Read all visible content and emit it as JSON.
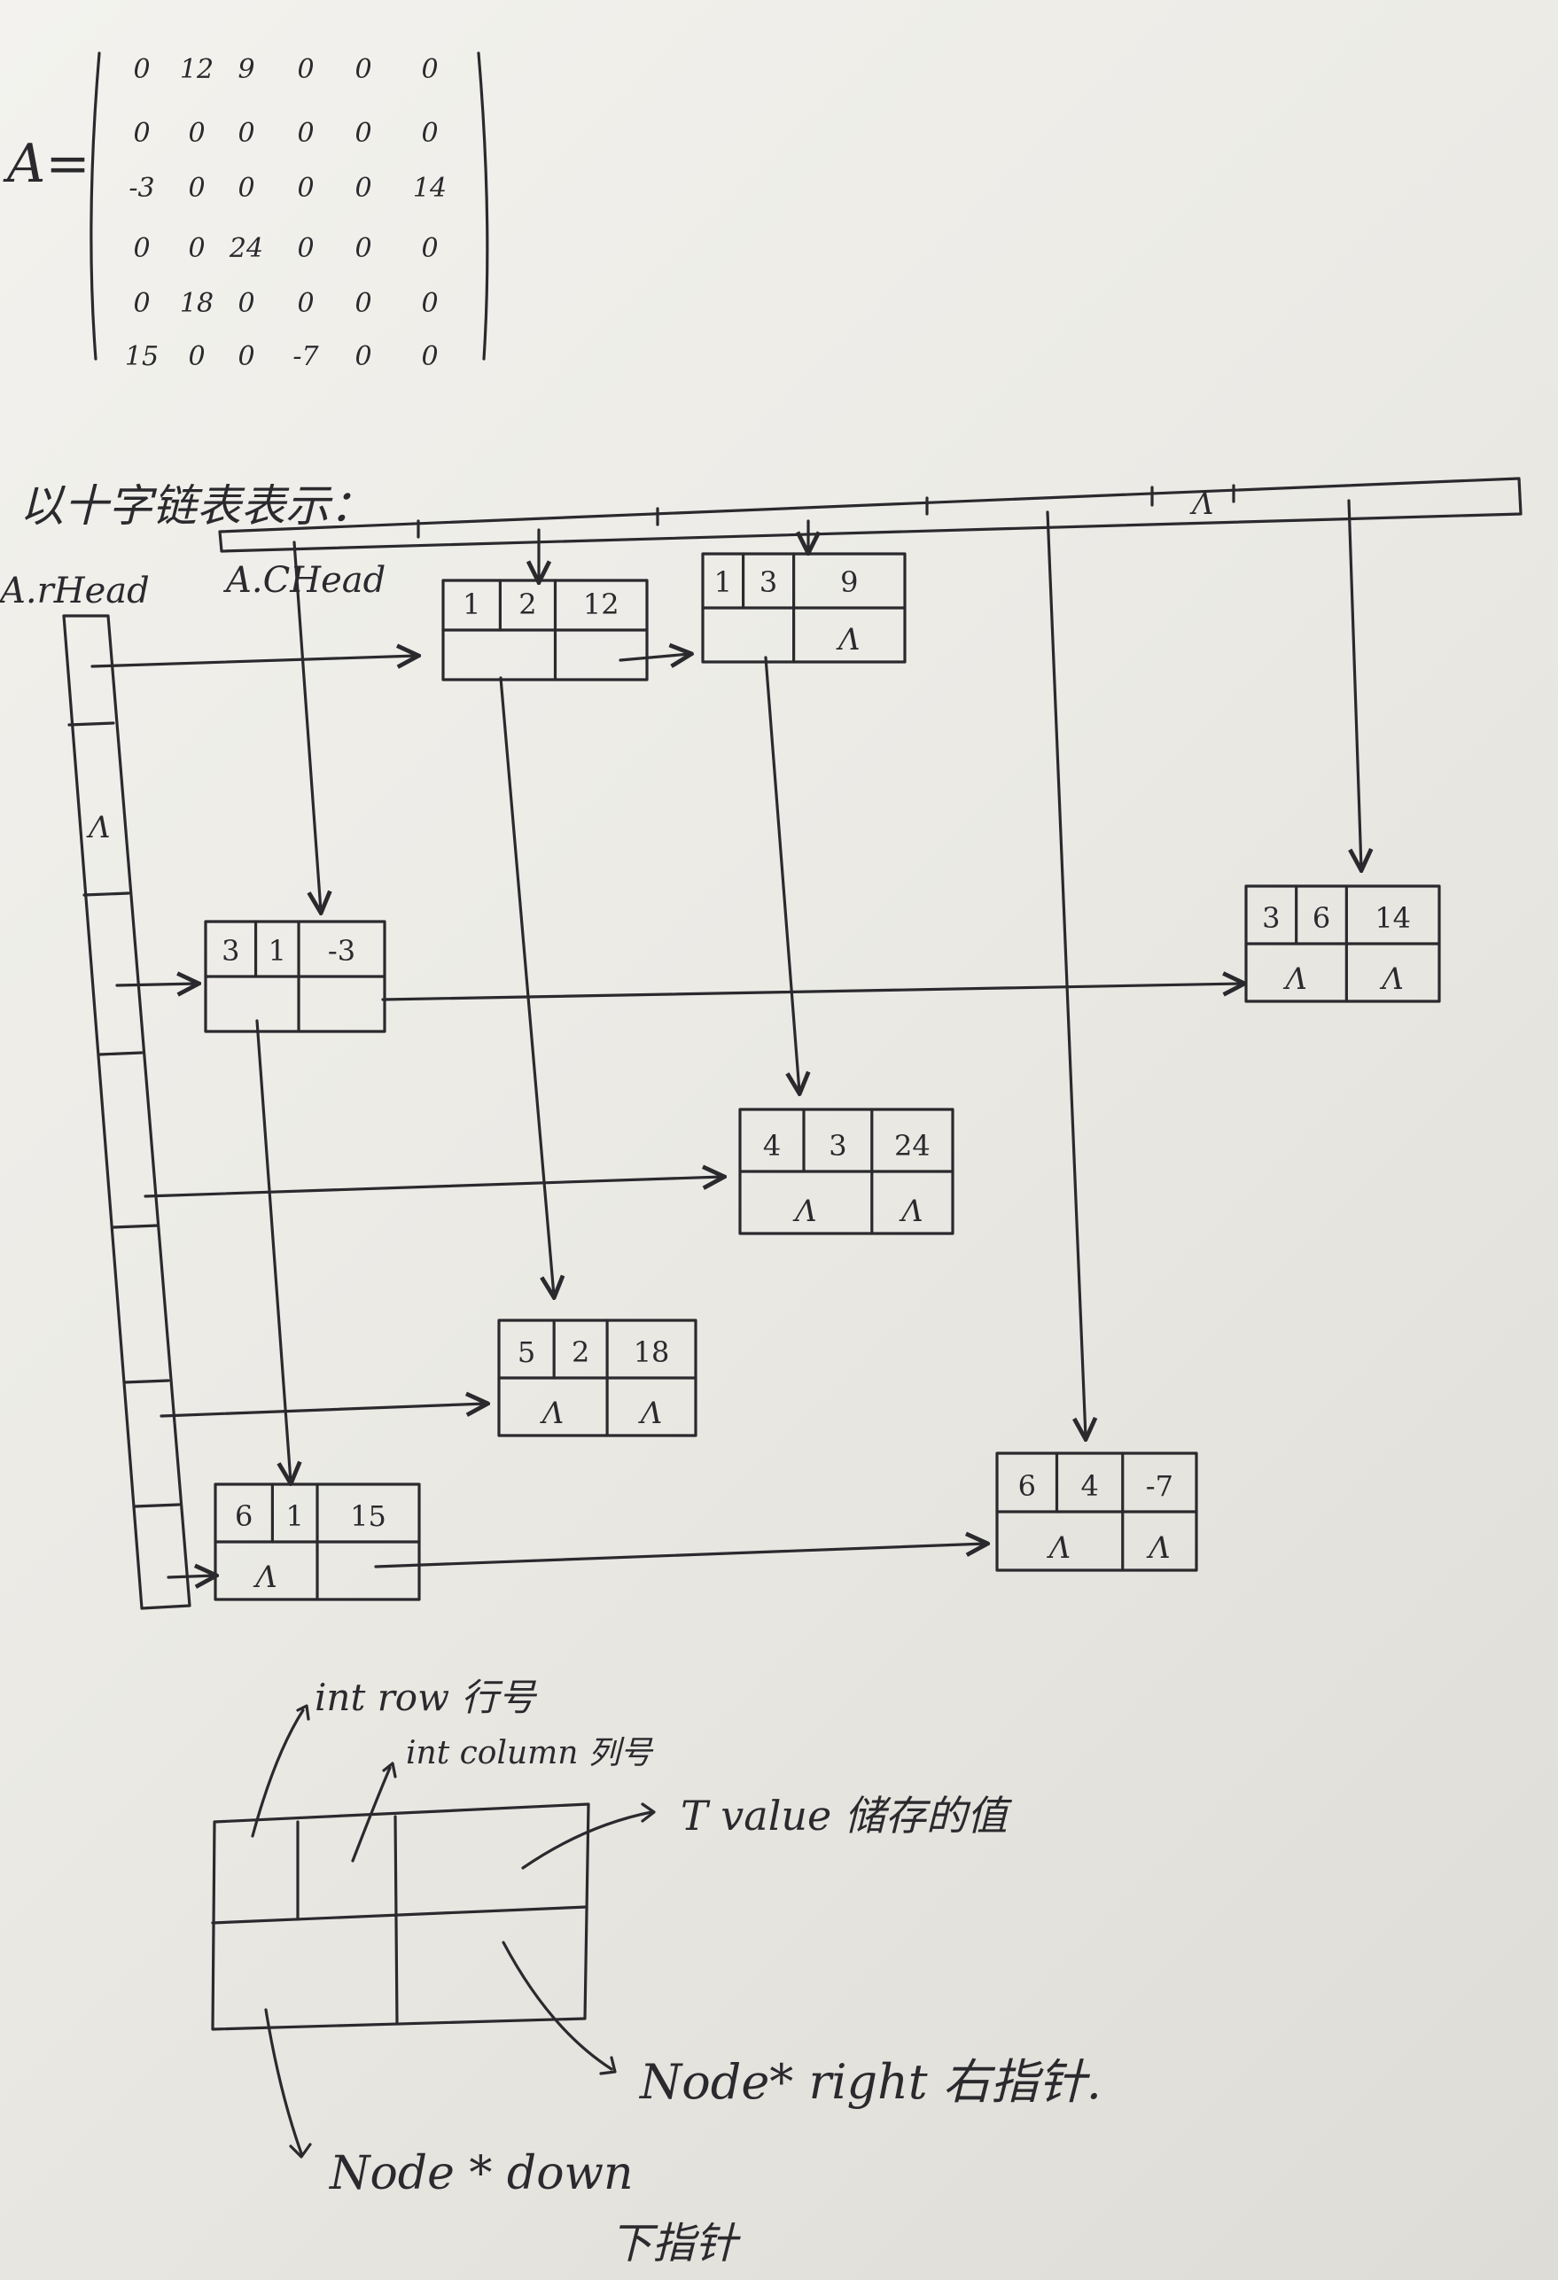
{
  "matrix": {
    "label": "A=",
    "rows": [
      [
        "0",
        "12",
        "9",
        "0",
        "0",
        "0"
      ],
      [
        "0",
        "0",
        "0",
        "0",
        "0",
        "0"
      ],
      [
        "-3",
        "0",
        "0",
        "0",
        "0",
        "14"
      ],
      [
        "0",
        "0",
        "24",
        "0",
        "0",
        "0"
      ],
      [
        "0",
        "18",
        "0",
        "0",
        "0",
        "0"
      ],
      [
        "15",
        "0",
        "0",
        "-7",
        "0",
        "0"
      ]
    ]
  },
  "section_title": "以十字链表表示：",
  "labels": {
    "rhead": "A.rHead",
    "chead": "A.CHead",
    "null_symbol": "Λ"
  },
  "nodes": [
    {
      "row": "1",
      "col": "2",
      "value": "12"
    },
    {
      "row": "1",
      "col": "3",
      "value": "9"
    },
    {
      "row": "3",
      "col": "1",
      "value": "-3"
    },
    {
      "row": "3",
      "col": "6",
      "value": "14"
    },
    {
      "row": "4",
      "col": "3",
      "value": "24"
    },
    {
      "row": "5",
      "col": "2",
      "value": "18"
    },
    {
      "row": "6",
      "col": "1",
      "value": "15"
    },
    {
      "row": "6",
      "col": "4",
      "value": "-7"
    }
  ],
  "legend": {
    "row_field": "int row 行号",
    "column_field": "int column 列号",
    "value_field": "T value 储存的值",
    "right_field": "Node* right 右指针.",
    "down_field": "Node * down",
    "down_note": "下指针"
  }
}
